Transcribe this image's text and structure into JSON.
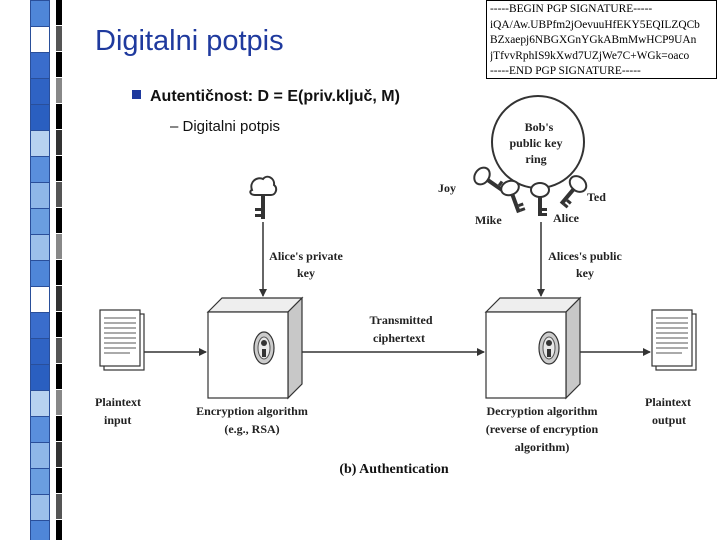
{
  "slide": {
    "title": "Digitalni potpis",
    "bullet1": "Autentičnost: D = E(priv.ključ, M)",
    "bullet2": "– Digitalni potpis"
  },
  "pgp_block": {
    "lines": [
      "-----BEGIN PGP SIGNATURE-----",
      "iQA/Aw.UBPfm2jOevuuHfEKY5EQILZQCb",
      "BZxaepj6NBGXGnYGkABmMwHCP9UAn",
      "jTfvvRphIS9kXwd7UZjWe7C+WGk=oaco",
      "-----END PGP SIGNATURE-----"
    ]
  },
  "diagram": {
    "ring_label_1": "Bob's",
    "ring_label_2": "public key",
    "ring_label_3": "ring",
    "name_joy": "Joy",
    "name_ted": "Ted",
    "name_mike": "Mike",
    "name_alice": "Alice",
    "private_key_1": "Alice's private",
    "private_key_2": "key",
    "public_key_1": "Alices's public",
    "public_key_2": "key",
    "transmitted_1": "Transmitted",
    "transmitted_2": "ciphertext",
    "plaintext_in_1": "Plaintext",
    "plaintext_in_2": "input",
    "enc_1": "Encryption algorithm",
    "enc_2": "(e.g., RSA)",
    "dec_1": "Decryption algorithm",
    "dec_2": "(reverse of encryption",
    "dec_3": "algorithm)",
    "plaintext_out_1": "Plaintext",
    "plaintext_out_2": "output",
    "caption": "(b) Authentication"
  }
}
